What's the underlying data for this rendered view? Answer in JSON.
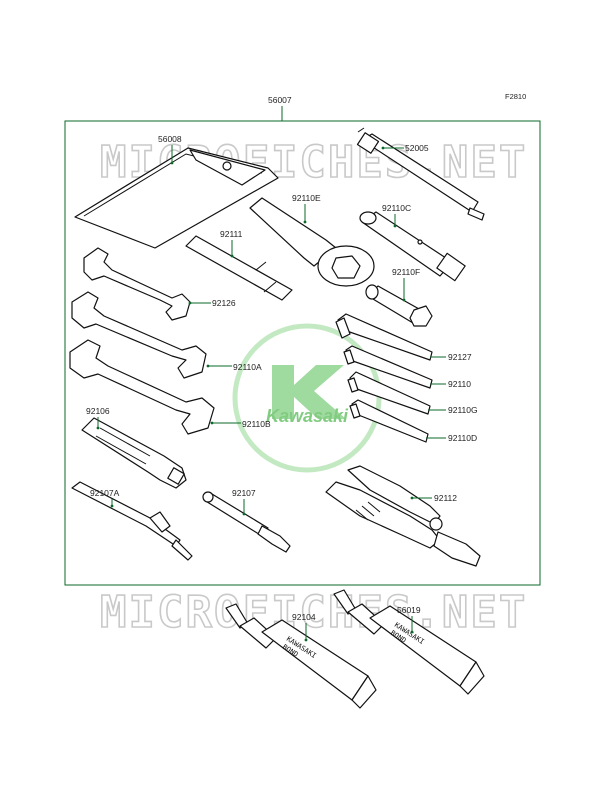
{
  "figure_code": "F2810",
  "watermark": {
    "text": "MICROFICHES.NET",
    "logo_text": "Kawasaki"
  },
  "labels": {
    "kit": "56007",
    "pouch": "56008",
    "spark_plug_wrench": "52005",
    "box_wrench_e": "92110E",
    "plug_wrench_c": "92110C",
    "bar_handle": "92111",
    "socket_f": "92110F",
    "open_wrench_1": "92126",
    "open_wrench_2": "92110A",
    "open_wrench_3": "92110B",
    "hex_key_1": "92127",
    "hex_key_2": "92110",
    "hex_key_3": "92110G",
    "hex_key_4": "92110D",
    "screwdriver_handle": "92106",
    "screwdriver_flat": "92107A",
    "screwdriver_bit": "92107",
    "pliers": "92112",
    "bond_1": "92104",
    "bond_2": "56019"
  },
  "tube_text": {
    "line1": "KAWASAKI",
    "line2": "BOND"
  },
  "colors": {
    "leader_line": "#0b6a2a",
    "part_outline": "#111111",
    "logo": "#8fd48f"
  }
}
